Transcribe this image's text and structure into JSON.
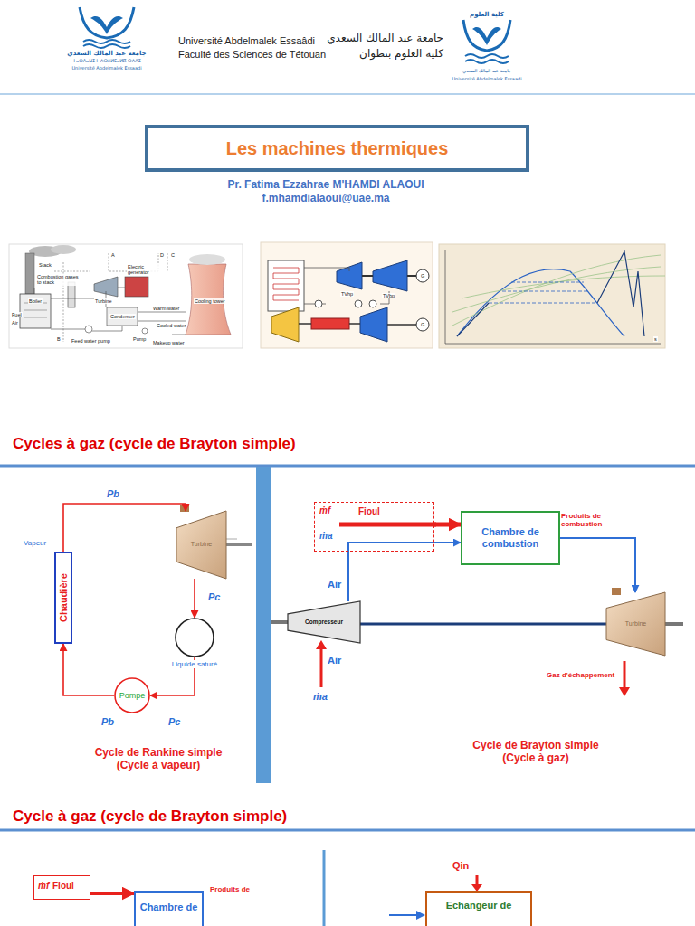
{
  "diagram": {
    "nodes": [
      {
        "text": [
          "Les machines thermiques"
        ]
      },
      {
        "text": [
          "Chaudière"
        ]
      },
      {
        "text": [
          "Turbine"
        ]
      },
      {
        "text": [
          "Liquide saturé"
        ]
      },
      {
        "text": [
          "Pompe"
        ]
      },
      {
        "text": [
          "ṁf",
          "Fioul",
          "ṁa"
        ]
      },
      {
        "text": [
          "Chambre de combustion"
        ]
      },
      {
        "text": [
          "Compresseur"
        ]
      },
      {
        "text": [
          "Turbine"
        ]
      },
      {
        "text": [
          "ṁf",
          "Fioul"
        ]
      },
      {
        "text": [
          "Chambre de"
        ]
      },
      {
        "text": [
          "Echangeur de"
        ]
      }
    ],
    "edges": [
      {
        "from": 1,
        "to": 2,
        "arrow": "to"
      },
      {
        "from": 2,
        "to": 3,
        "arrow": "to"
      },
      {
        "from": 3,
        "to": 4,
        "arrow": "to"
      },
      {
        "from": 4,
        "to": 1,
        "arrow": "to"
      },
      {
        "from": 5,
        "to": 6,
        "arrow": "to"
      },
      {
        "from": 7,
        "to": 6,
        "arrow": "to"
      },
      {
        "from": 6,
        "to": 8,
        "arrow": "to"
      },
      {
        "from": 7,
        "to": 8,
        "arrow": "none"
      },
      {
        "from": 9,
        "to": 10,
        "arrow": "to"
      }
    ],
    "labels": [
      "Université Abdelmalek Essaâdi",
      "Faculté des Sciences de Tétouan",
      "جامعة عبد المالك السعدي",
      "كلية العلوم بتطوان",
      "جامعة عبد المالك السعدي",
      "ⵜⴰⵙⴷⴰⵡⵉⵜ ⵄⴱⴷⵍⵎⴰⵍⴽ ⵙⵄⴷⵉ",
      "Université Abdelmalek Essaadi",
      "كلية العلوم",
      "جامعة عبد المالك السعدي",
      "Université Abdelmalek Essaadi",
      "Pr. Fatima Ezzahrae M'HAMDI ALAOUI",
      "f.mhamdialaoui@uae.ma",
      "Stack",
      "Combustion gases to stack",
      "Boiler",
      "Fuel",
      "Air",
      "A",
      "B",
      "C",
      "D",
      "Turbine",
      "Electric generator",
      "Condenser",
      "Warm water",
      "Cooling tower",
      "Feed water pump",
      "Pump",
      "Makeup water",
      "Cooled water",
      "TVhp",
      "TVbp",
      "G",
      "G",
      "s",
      "Cycles à gaz (cycle de Brayton simple)",
      "Pb",
      "Vapeur",
      "Pc",
      "Pb",
      "Pc",
      "Cycle de Rankine simple (Cycle à vapeur)",
      "Air",
      "Produits de combustion",
      "Air",
      "ṁa",
      "Gaz d'échappement",
      "Cycle de Brayton simple (Cycle à gaz)",
      "Cycle à gaz (cycle de Brayton simple)",
      "Produits de",
      "Qin"
    ]
  }
}
